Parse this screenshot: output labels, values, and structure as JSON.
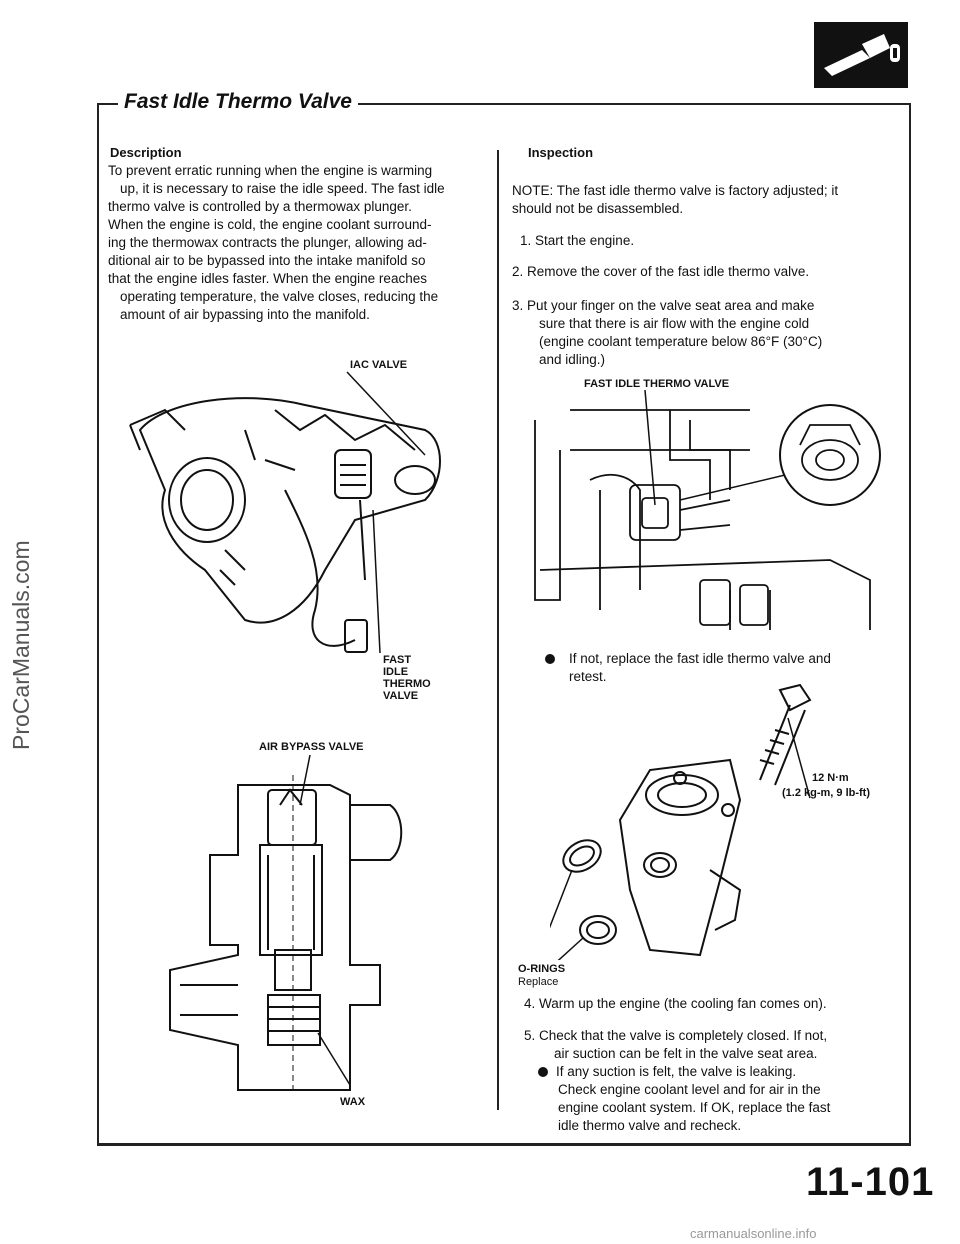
{
  "sidebar_watermark": "ProCarManuals.com",
  "title": "Fast Idle Thermo Valve",
  "description": {
    "heading": "Description",
    "lines": [
      "To prevent erratic running when the engine is warming",
      "up, it is necessary to raise the idle speed. The fast idle",
      "thermo valve is controlled by a thermowax plunger.",
      "When the engine is cold, the engine coolant surround-",
      "ing the thermowax contracts the plunger, allowing ad-",
      "ditional air to be bypassed into the intake manifold so",
      "that the engine idles faster. When the engine reaches",
      "operating temperature, the valve closes, reducing the",
      "amount of air bypassing into the manifold."
    ]
  },
  "left_figure_labels": {
    "iac_valve": "IAC VALVE",
    "fast": "FAST",
    "idle": "IDLE",
    "thermo": "THERMO",
    "valve": "VALVE",
    "air_bypass_valve": "AIR BYPASS VALVE",
    "wax": "WAX"
  },
  "inspection": {
    "heading": "Inspection",
    "note_lines": [
      "NOTE: The fast idle thermo valve is factory adjusted; it",
      "should not be disassembled."
    ],
    "step1": "1.   Start the engine.",
    "step2": "2.   Remove the cover of the fast idle thermo valve.",
    "step3_lines": [
      "3.   Put your finger on the valve seat area and make",
      "sure that there is air flow with the engine cold",
      "(engine coolant temperature below 86°F (30°C)",
      "and idling.)"
    ],
    "fig_label": "FAST IDLE THERMO VALVE",
    "bullet1_lines": [
      "If not, replace the fast idle thermo valve and",
      "retest."
    ],
    "torque_line1": "12 N·m",
    "torque_line2": "(1.2 kg-m, 9 lb-ft)",
    "orings": "O-RINGS",
    "replace": "Replace",
    "step4": "4.   Warm up the engine (the cooling fan comes on).",
    "step5_lines": [
      "5.   Check that the valve is completely closed. If not,",
      "air suction can be felt in the valve seat area."
    ],
    "bullet2_lines": [
      "If any suction is felt, the valve is leaking.",
      "Check engine coolant level and for air in the",
      "engine coolant system. If OK, replace the fast",
      "idle thermo valve and recheck."
    ]
  },
  "page_number": "11-101",
  "footer_watermark": "carmanualsonline.info"
}
